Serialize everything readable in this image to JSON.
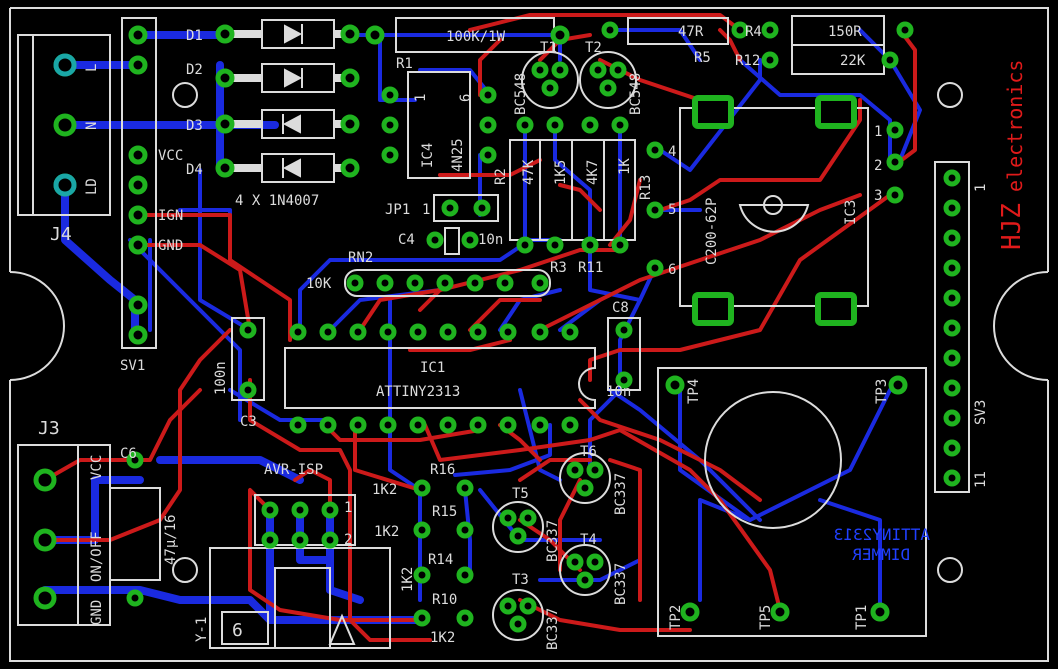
{
  "colors": {
    "background": "#000000",
    "silkscreen": "#dcdcdc",
    "top_copper": "#cc1a1a",
    "bottom_copper": "#1a2ae0",
    "pad": "#1fb31f",
    "via": "#1aa6a6",
    "brand_red": "#e01a1a",
    "brand_blue": "#2040ff"
  },
  "brand": {
    "name": "HJZ",
    "subtitle": "electronics"
  },
  "board_label": {
    "line1": "ATTINY2313",
    "line2": "DIMMER"
  },
  "labels": {
    "D1": "D1",
    "D2": "D2",
    "D3": "D3",
    "D4": "D4",
    "diodes": "4 X 1N4007",
    "R1": "R1",
    "R1_val": "100K/1W",
    "T1": "T1",
    "T2": "T2",
    "BC548": "BC548",
    "R47": "47R",
    "R5": "R5",
    "R4": "R4",
    "R12": "R12",
    "R150": "150R",
    "R22K": "22K",
    "IC4": "IC4",
    "IC4_part": "4N25",
    "R2": "R2",
    "r47k": "47K",
    "r1k5": "1K5",
    "r4k7": "4K7",
    "r1k": "1K",
    "R13": "R13",
    "R3": "R3",
    "R11": "R11",
    "JP1": "JP1",
    "C4": "C4",
    "C4_val": "10n",
    "RN2": "RN2",
    "RN2_val": "10K",
    "IC3": "IC3",
    "IC3_part": "C200-62P",
    "IC1": "IC1",
    "IC1_part": "ATTINY2313",
    "C3": "C3",
    "C3_val": "100n",
    "C8": "C8",
    "C8_val": "10n",
    "J4": "J4",
    "J3": "J3",
    "SV1": "SV1",
    "SV3": "SV3",
    "L": "L",
    "N": "N",
    "LD": "LD",
    "VCC": "VCC",
    "IGN": "IGN",
    "GND": "GND",
    "J3_gnd": "GND",
    "J3_onoff": "ON/OFF",
    "J3_vcc": "VCC",
    "C6": "C6",
    "C6_val": "47μ/16",
    "AVR_ISP": "AVR-ISP",
    "isp_1": "1",
    "isp_2": "2",
    "R16": "R16",
    "R15": "R15",
    "R14": "R14",
    "R10": "R10",
    "r1k2_a": "1K2",
    "r1k2_b": "1K2",
    "r1k2_c": "1K2",
    "r1k2_d": "1K2",
    "T3": "T3",
    "T4": "T4",
    "T5": "T5",
    "T6": "T6",
    "BC337": "BC337",
    "TP1": "TP1",
    "TP2": "TP2",
    "TP3": "TP3",
    "TP4": "TP4",
    "TP5": "TP5",
    "Y1": "Y-1",
    "digit6": "6",
    "pin1": "1",
    "pin2": "2",
    "pin3": "3",
    "pin4": "4",
    "pin5": "5",
    "pin6": "6",
    "sv3_1": "1",
    "sv3_11": "11",
    "ic4_1": "1",
    "ic4_6": "6",
    "jp_1": "1"
  }
}
